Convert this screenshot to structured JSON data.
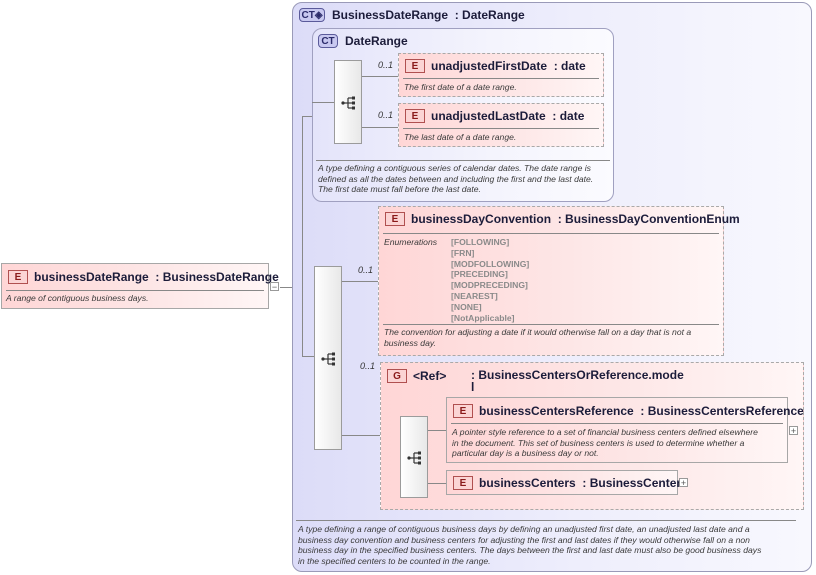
{
  "root": {
    "badge": "E",
    "name": "businessDateRange",
    "type": ": BusinessDateRange",
    "doc": "A range of contiguous business days."
  },
  "outer_ct": {
    "badge": "CT",
    "name": "BusinessDateRange",
    "base": ": DateRange",
    "doc_lines": [
      "A type defining a range of contiguous business days by defining an unadjusted first date, an unadjusted last date and a",
      "business day convention and business centers for adjusting the first and last dates if they would otherwise fall on a non",
      "business day in the specified business centers. The days between the first and last date must also be good business days",
      "in the specified centers to be counted in the range."
    ]
  },
  "inner_ct": {
    "badge": "CT",
    "name": "DateRange",
    "doc_lines": [
      "A type defining a contiguous series of calendar dates. The date range is",
      "defined as all the dates between and including the first and the last date.",
      "The first date must fall before the last date."
    ]
  },
  "first_date": {
    "mult": "0..1",
    "badge": "E",
    "name": "unadjustedFirstDate",
    "type": ": date",
    "doc": "The first date of a date range."
  },
  "last_date": {
    "mult": "0..1",
    "badge": "E",
    "name": "unadjustedLastDate",
    "type": ": date",
    "doc": "The last date of a date range."
  },
  "bdc": {
    "mult": "0..1",
    "badge": "E",
    "name": "businessDayConvention",
    "type": ": BusinessDayConventionEnum",
    "enum_label": "Enumerations",
    "enums": [
      "[FOLLOWING]",
      "[FRN]",
      "[MODFOLLOWING]",
      "[PRECEDING]",
      "[MODPRECEDING]",
      "[NEAREST]",
      "[NONE]",
      "[NotApplicable]"
    ],
    "doc_lines": [
      "The convention for adjusting a date if it would otherwise fall on a day that is not a",
      "business day."
    ]
  },
  "group": {
    "mult": "0..1",
    "badge": "G",
    "ref": "<Ref>",
    "name_line1": ": BusinessCentersOrReference.mode",
    "name_line2": "l"
  },
  "bcr": {
    "badge": "E",
    "name": "businessCentersReference",
    "type": ": BusinessCentersReference",
    "doc_lines": [
      "A pointer style reference to a set of financial business centers defined elsewhere",
      "in the document. This set of business centers is used to determine whether a",
      "particular day is a business day or not."
    ]
  },
  "bc": {
    "badge": "E",
    "name": "businessCenters",
    "type": ": BusinessCenters"
  },
  "expand_symbol": "+",
  "collapse_symbol": "−"
}
